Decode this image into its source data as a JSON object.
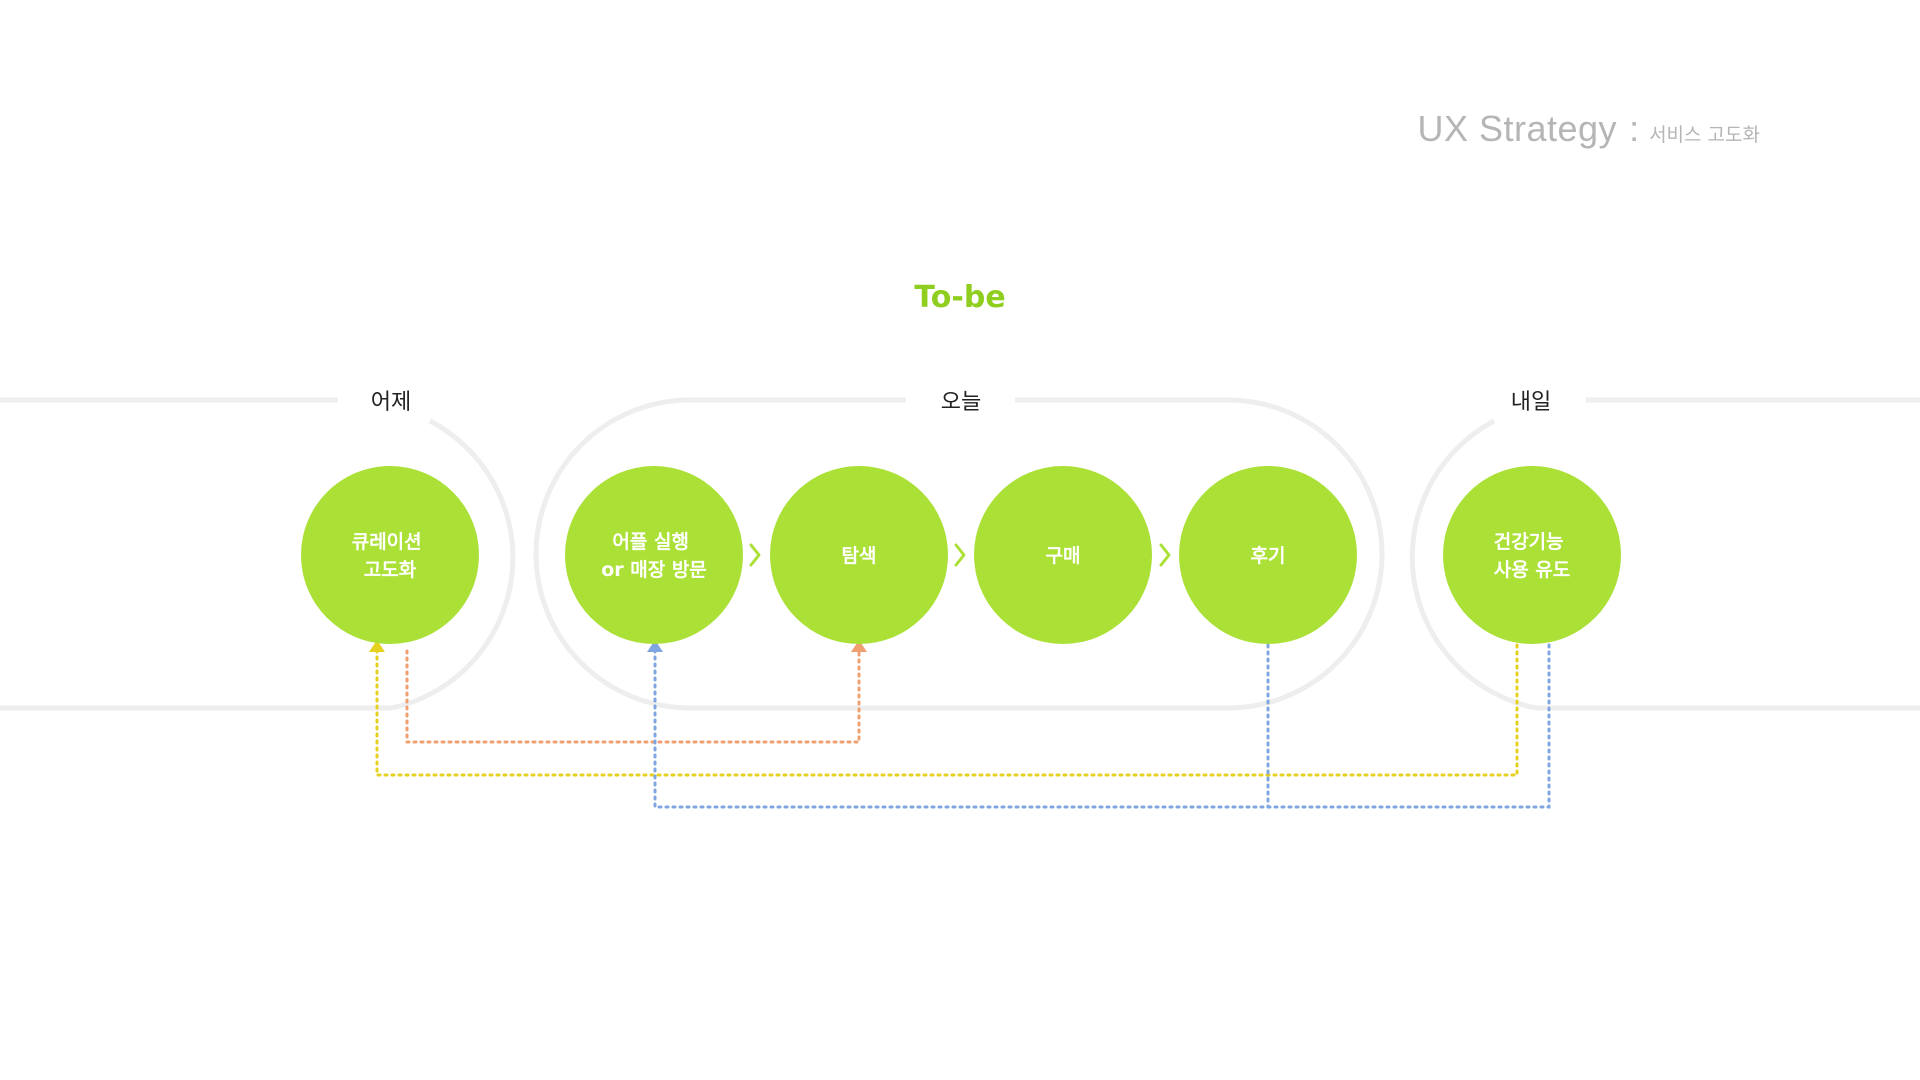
{
  "header": {
    "title": "UX Strategy",
    "separator": ":",
    "subtitle": "서비스 고도화"
  },
  "page_title": "To-be",
  "groups": {
    "yesterday": "어제",
    "today": "오늘",
    "tomorrow": "내일"
  },
  "steps": [
    {
      "line1": "큐레이션",
      "line2": "고도화"
    },
    {
      "line1": "어플 실행",
      "line2": "or 매장 방문"
    },
    {
      "line1": "탐색",
      "line2": ""
    },
    {
      "line1": "구매",
      "line2": ""
    },
    {
      "line1": "후기",
      "line2": ""
    },
    {
      "line1": "건강기능",
      "line2": "사용 유도"
    }
  ],
  "colors": {
    "circle_fill": "#abe036",
    "title_accent": "#8fce1e",
    "arrow": "#abe036",
    "track": "#eeeeee",
    "link_orange": "#f0a070",
    "link_yellow": "#e6d21e",
    "link_blue": "#7fa6e0"
  },
  "icons": {
    "flow_arrow": "chevron-right-icon",
    "link_head": "triangle-up-icon"
  }
}
